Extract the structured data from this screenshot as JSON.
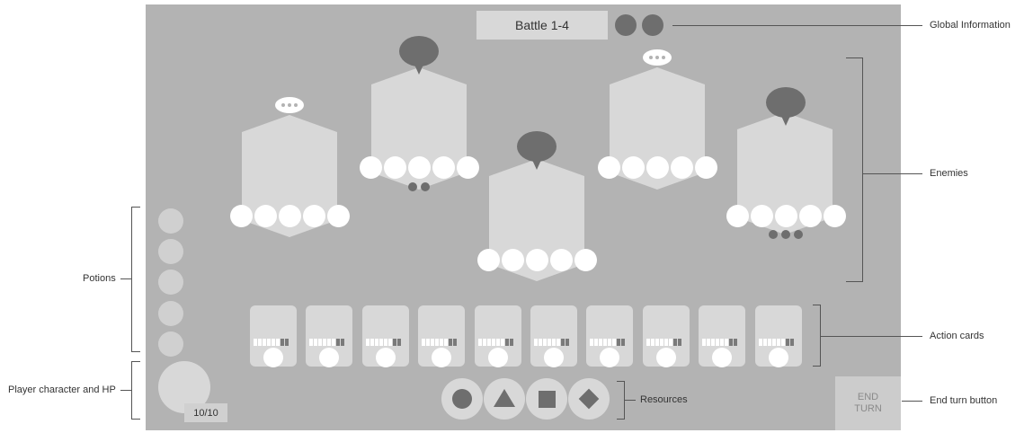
{
  "global": {
    "battle_title": "Battle 1-4",
    "indicator_count": 2
  },
  "player": {
    "hp": "10/10",
    "potion_count": 5
  },
  "enemies": [
    {
      "hp_pips": 5,
      "intent": "thinking",
      "status_dots": 0
    },
    {
      "hp_pips": 5,
      "intent": "speech",
      "status_dots": 2
    },
    {
      "hp_pips": 5,
      "intent": "speech",
      "status_dots": 0
    },
    {
      "hp_pips": 5,
      "intent": "thinking",
      "status_dots": 0
    },
    {
      "hp_pips": 5,
      "intent": "speech",
      "status_dots": 3
    }
  ],
  "cards": {
    "count": 10,
    "energy_segments_filled": 6,
    "energy_segments_dim": 2
  },
  "resources": [
    {
      "icon": "circle-icon"
    },
    {
      "icon": "triangle-icon"
    },
    {
      "icon": "square-icon"
    },
    {
      "icon": "diamond-icon"
    }
  ],
  "end_turn": {
    "line1": "END",
    "line2": "TURN"
  },
  "annotations": {
    "global_information": "Global Information",
    "enemies": "Enemies",
    "potions": "Potions",
    "player": "Player character and HP",
    "action_cards": "Action cards",
    "resources": "Resources",
    "end_turn": "End turn button"
  },
  "colors": {
    "panel": "#b3b3b3",
    "element": "#d8d8d8",
    "dark": "#6e6e6e",
    "pip": "#ffffff"
  }
}
